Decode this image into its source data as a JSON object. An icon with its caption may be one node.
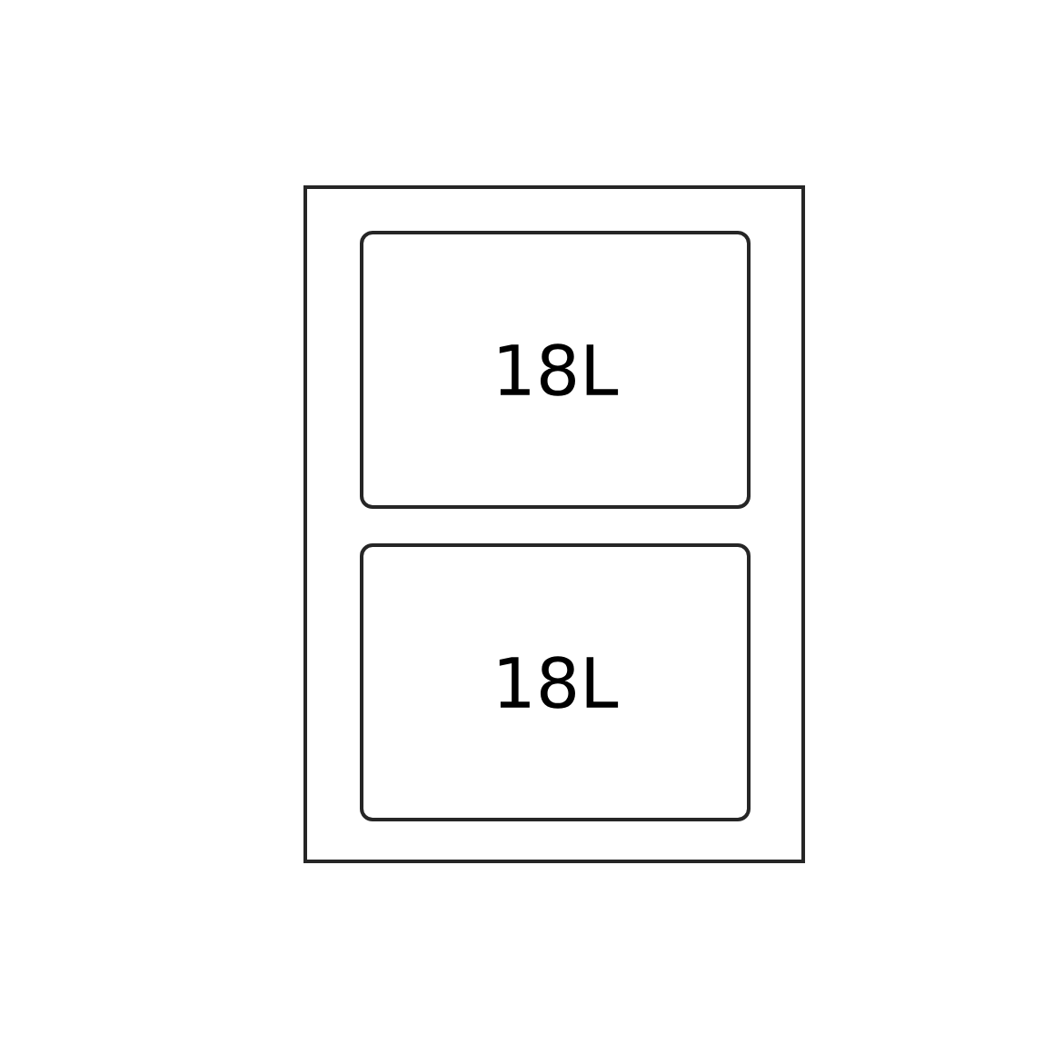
{
  "diagram": {
    "nodes": [
      {
        "text": [],
        "shape": "box"
      },
      {
        "text": [
          "18L"
        ],
        "in": 0
      },
      {
        "text": [
          "18L"
        ],
        "in": 0
      }
    ]
  }
}
